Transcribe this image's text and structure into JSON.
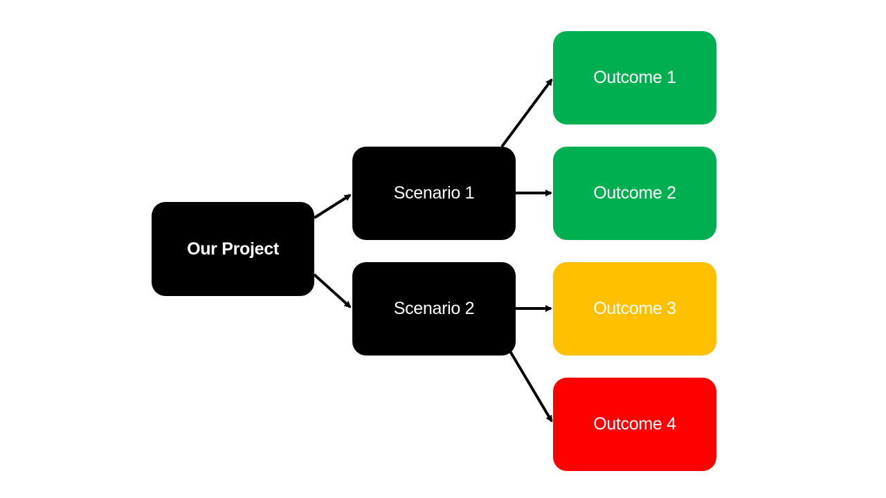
{
  "diagram": {
    "nodes": [
      {
        "id": "root",
        "label": "Our Project",
        "color": "#000000"
      },
      {
        "id": "scenario1",
        "label": "Scenario 1",
        "color": "#000000"
      },
      {
        "id": "scenario2",
        "label": "Scenario 2",
        "color": "#000000"
      },
      {
        "id": "outcome1",
        "label": "Outcome 1",
        "color": "#00B050"
      },
      {
        "id": "outcome2",
        "label": "Outcome 2",
        "color": "#00B050"
      },
      {
        "id": "outcome3",
        "label": "Outcome 3",
        "color": "#FFC000"
      },
      {
        "id": "outcome4",
        "label": "Outcome 4",
        "color": "#FF0000"
      }
    ],
    "edges": [
      {
        "from": "root",
        "to": "scenario1"
      },
      {
        "from": "root",
        "to": "scenario2"
      },
      {
        "from": "scenario1",
        "to": "outcome1"
      },
      {
        "from": "scenario1",
        "to": "outcome2"
      },
      {
        "from": "scenario2",
        "to": "outcome3"
      },
      {
        "from": "scenario2",
        "to": "outcome4"
      }
    ],
    "edge_color": "#000000"
  }
}
